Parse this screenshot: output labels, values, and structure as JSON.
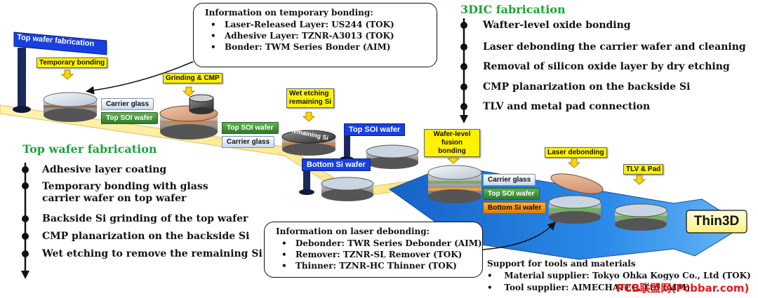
{
  "top_section": {
    "title": "Top wafer fabrication",
    "steps": [
      "Adhesive layer coating",
      "Temporary bonding with glass carrier wafer on top wafer",
      "Backside Si grinding of the top wafer",
      "CMP planarization on the backside Si",
      "Wet etching to remove the remaining Si"
    ]
  },
  "threed_section": {
    "title": "3DIC fabrication",
    "steps": [
      "Wafter-level oxide bonding",
      "Laser debonding the carrier wafer and cleaning",
      "Removal of silicon oxide layer by dry etching",
      "CMP planarization on the backside Si",
      "TLV and metal pad connection"
    ]
  },
  "temp_box": {
    "title": "Information on temporary bonding:",
    "items": [
      "Laser-Released Layer:  US244 (TOK)",
      "Adhesive Layer:  TZNR-A3013 (TOK)",
      "Bonder: TWM Series Bonder (AIM)"
    ]
  },
  "laser_box": {
    "title": "Information on laser debonding:",
    "items": [
      "Debonder: TWR Series Debonder (AIM)",
      "Remover: TZNR-SL Remover (TOK)",
      "Thinner: TZNR-HC Thinner (TOK)"
    ]
  },
  "support": {
    "title": "Support for tools and materials",
    "items": [
      "Material supplier: Tokyo Ohka Kogyo Co., Ltd (TOK)",
      "Tool supplier: AIMECHATEC, Ltd (AIM)"
    ]
  },
  "diagram": {
    "top_wafer_flag": "Top wafer fabrication",
    "bottom_si_flag": "Bottom Si wafer",
    "top_soi_flag": "Top SOI wafer",
    "remaining_si": "Remaining Si",
    "labels": {
      "temporary_bonding": "Temporary bonding",
      "grinding": "Grinding & CMP",
      "wet_etching": "Wet etching remaining Si",
      "fusion": "Wafer-level fusion bonding",
      "laser": "Laser debonding",
      "tlv": "TLV & Pad"
    },
    "tags": {
      "carrier_glass": "Carrier glass",
      "top_soi": "Top SOI wafer",
      "bottom_si": "Bottom Si wafer"
    },
    "logo": "Thin3D"
  },
  "watermark": "PCB联盟网(Pcbbar.com)",
  "colors": {
    "green": "#1aa33a",
    "yellow": "#fff200",
    "belt_blue": "#1f78d8",
    "tag_green": "#3f8f36",
    "tag_orange": "#f39a1a",
    "flag_blue": "#1840e0"
  }
}
